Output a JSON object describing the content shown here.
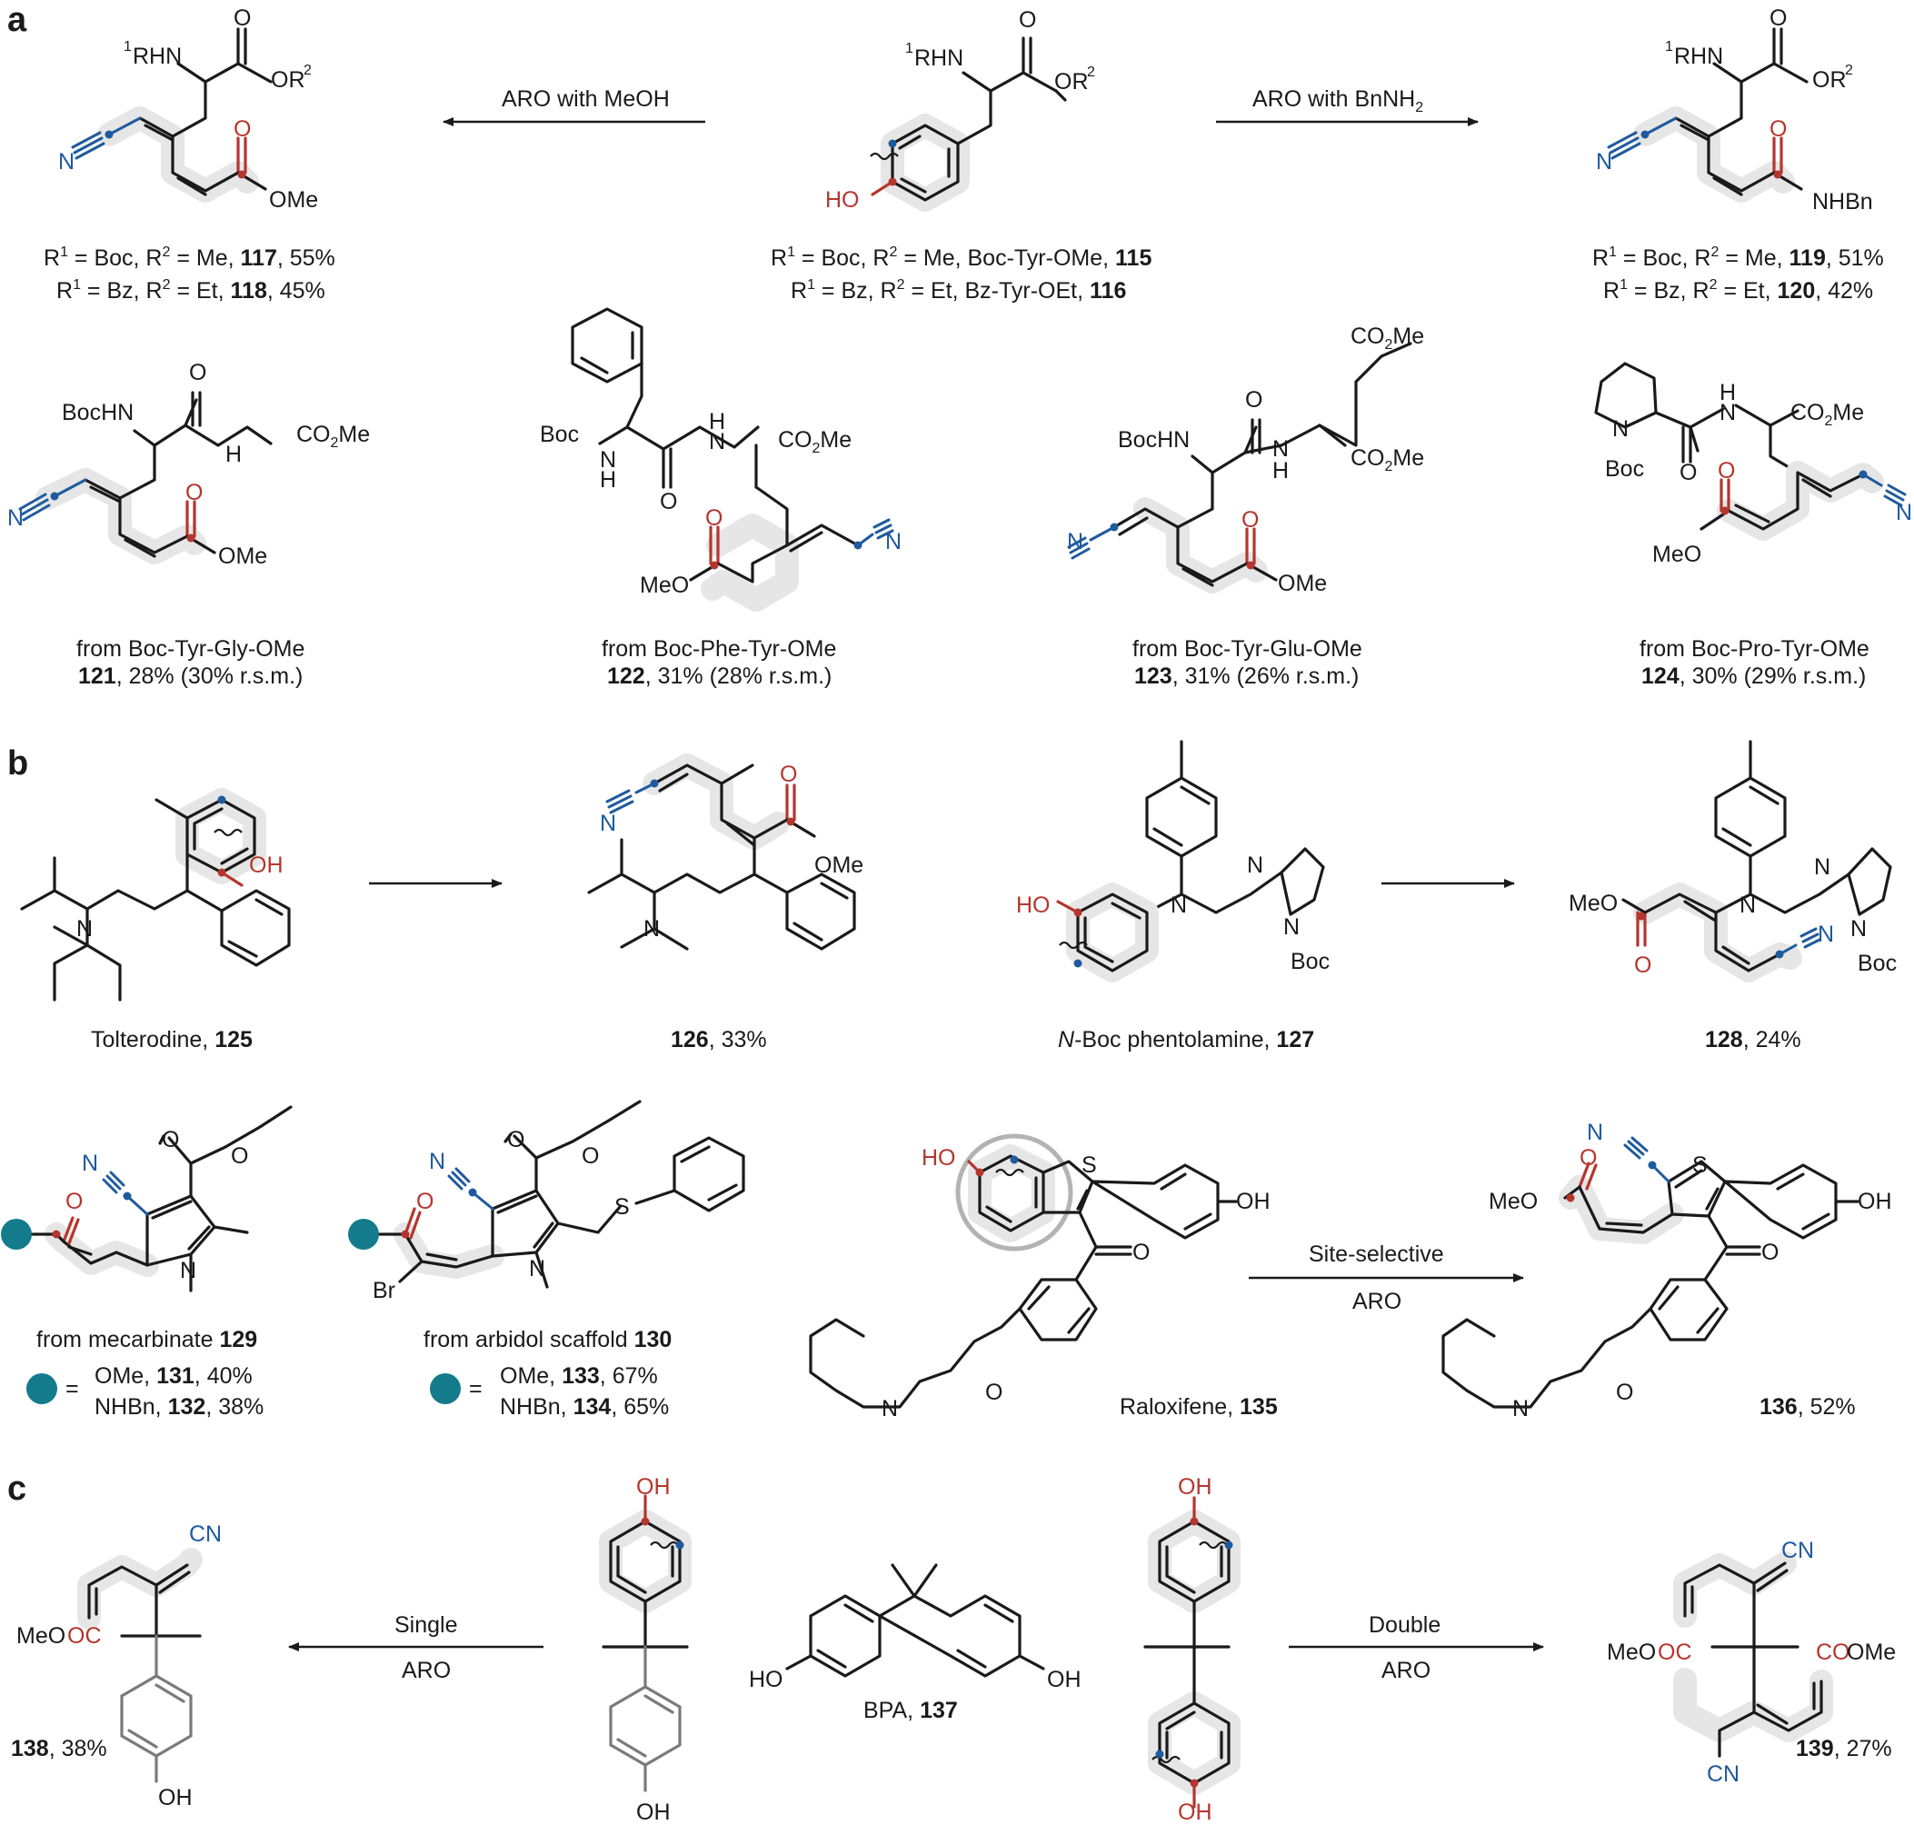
{
  "panels": {
    "a": "a",
    "b": "b",
    "c": "c"
  },
  "atoms": {
    "r1hn": "RHN",
    "r1_sup": "1",
    "or2": "OR",
    "r2_sup": "2",
    "o": "O",
    "ome": "OMe",
    "n": "N",
    "ho": "HO",
    "oh": "OH",
    "nhbn": "NHBn",
    "bochn": "BocHN",
    "boc": "Boc",
    "h": "H",
    "co2me": "CO",
    "co2me_sub": "2",
    "co2me_me": "Me",
    "meo": "MeO",
    "s": "S",
    "br": "Br",
    "cn": "CN",
    "meooc": "MeO",
    "oc": "OC",
    "co": "CO",
    "come": "OMe"
  },
  "arrows": {
    "meoh": "ARO with MeOH",
    "bnnh2": "ARO with BnNH",
    "bnnh2_sub": "2",
    "site_selective_1": "Site-selective",
    "site_selective_2": "ARO",
    "single_1": "Single",
    "single_2": "ARO",
    "double_1": "Double",
    "double_2": "ARO"
  },
  "captions": {
    "c117": {
      "pre": "R",
      "s1": "1",
      "mid": " = Boc, R",
      "s2": "2",
      "post": " = Me, ",
      "num": "117",
      "tail": ", 55%"
    },
    "c118": {
      "pre": "R",
      "s1": "1",
      "mid": " = Bz, R",
      "s2": "2",
      "post": " = Et, ",
      "num": "118",
      "tail": ", 45%"
    },
    "c115": {
      "pre": "R",
      "s1": "1",
      "mid": " = Boc, R",
      "s2": "2",
      "post": " = Me, Boc-Tyr-OMe, ",
      "num": "115",
      "tail": ""
    },
    "c116": {
      "pre": "R",
      "s1": "1",
      "mid": " = Bz, R",
      "s2": "2",
      "post": " = Et, Bz-Tyr-OEt, ",
      "num": "116",
      "tail": ""
    },
    "c119": {
      "pre": "R",
      "s1": "1",
      "mid": " = Boc, R",
      "s2": "2",
      "post": " = Me, ",
      "num": "119",
      "tail": ", 51%"
    },
    "c120": {
      "pre": "R",
      "s1": "1",
      "mid": " = Bz, R",
      "s2": "2",
      "post": " = Et, ",
      "num": "120",
      "tail": ", 42%"
    },
    "c121": {
      "line1": "from Boc-Tyr-Gly-OMe",
      "num": "121",
      "tail": ", 28% (30% r.s.m.)"
    },
    "c122": {
      "line1": "from Boc-Phe-Tyr-OMe",
      "num": "122",
      "tail": ", 31% (28% r.s.m.)"
    },
    "c123": {
      "line1": "from Boc-Tyr-Glu-OMe",
      "num": "123",
      "tail": ", 31% (26% r.s.m.)"
    },
    "c124": {
      "line1": "from Boc-Pro-Tyr-OMe",
      "num": "124",
      "tail": ", 30% (29% r.s.m.)"
    },
    "c125": {
      "pre": "Tolterodine, ",
      "num": "125"
    },
    "c126": {
      "num": "126",
      "tail": ", 33%"
    },
    "c127": {
      "ital": "N",
      "pre": "-Boc phentolamine, ",
      "num": "127"
    },
    "c128": {
      "num": "128",
      "tail": ", 24%"
    },
    "c129": {
      "pre": "from mecarbinate ",
      "num": "129"
    },
    "c130": {
      "pre": "from arbidol scaffold ",
      "num": "130"
    },
    "c131": {
      "pre": "OMe, ",
      "num": "131",
      "tail": ", 40%"
    },
    "c132": {
      "pre": "NHBn, ",
      "num": "132",
      "tail": ", 38%"
    },
    "c133": {
      "pre": "OMe, ",
      "num": "133",
      "tail": ", 67%"
    },
    "c134": {
      "pre": "NHBn, ",
      "num": "134",
      "tail": ", 65%"
    },
    "equals": "=",
    "c135": {
      "pre": "Raloxifene, ",
      "num": "135"
    },
    "c136": {
      "num": "136",
      "tail": ", 52%"
    },
    "c137": {
      "pre": "BPA, ",
      "num": "137"
    },
    "c138": {
      "num": "138",
      "tail": ", 38%"
    },
    "c139": {
      "num": "139",
      "tail": ", 27%"
    }
  },
  "colors": {
    "oxygen_red": "#b5362e",
    "nitrogen_blue": "#1f5a9e",
    "highlight_gray": "#e6e6e6",
    "teal_marker": "#137b8c"
  }
}
